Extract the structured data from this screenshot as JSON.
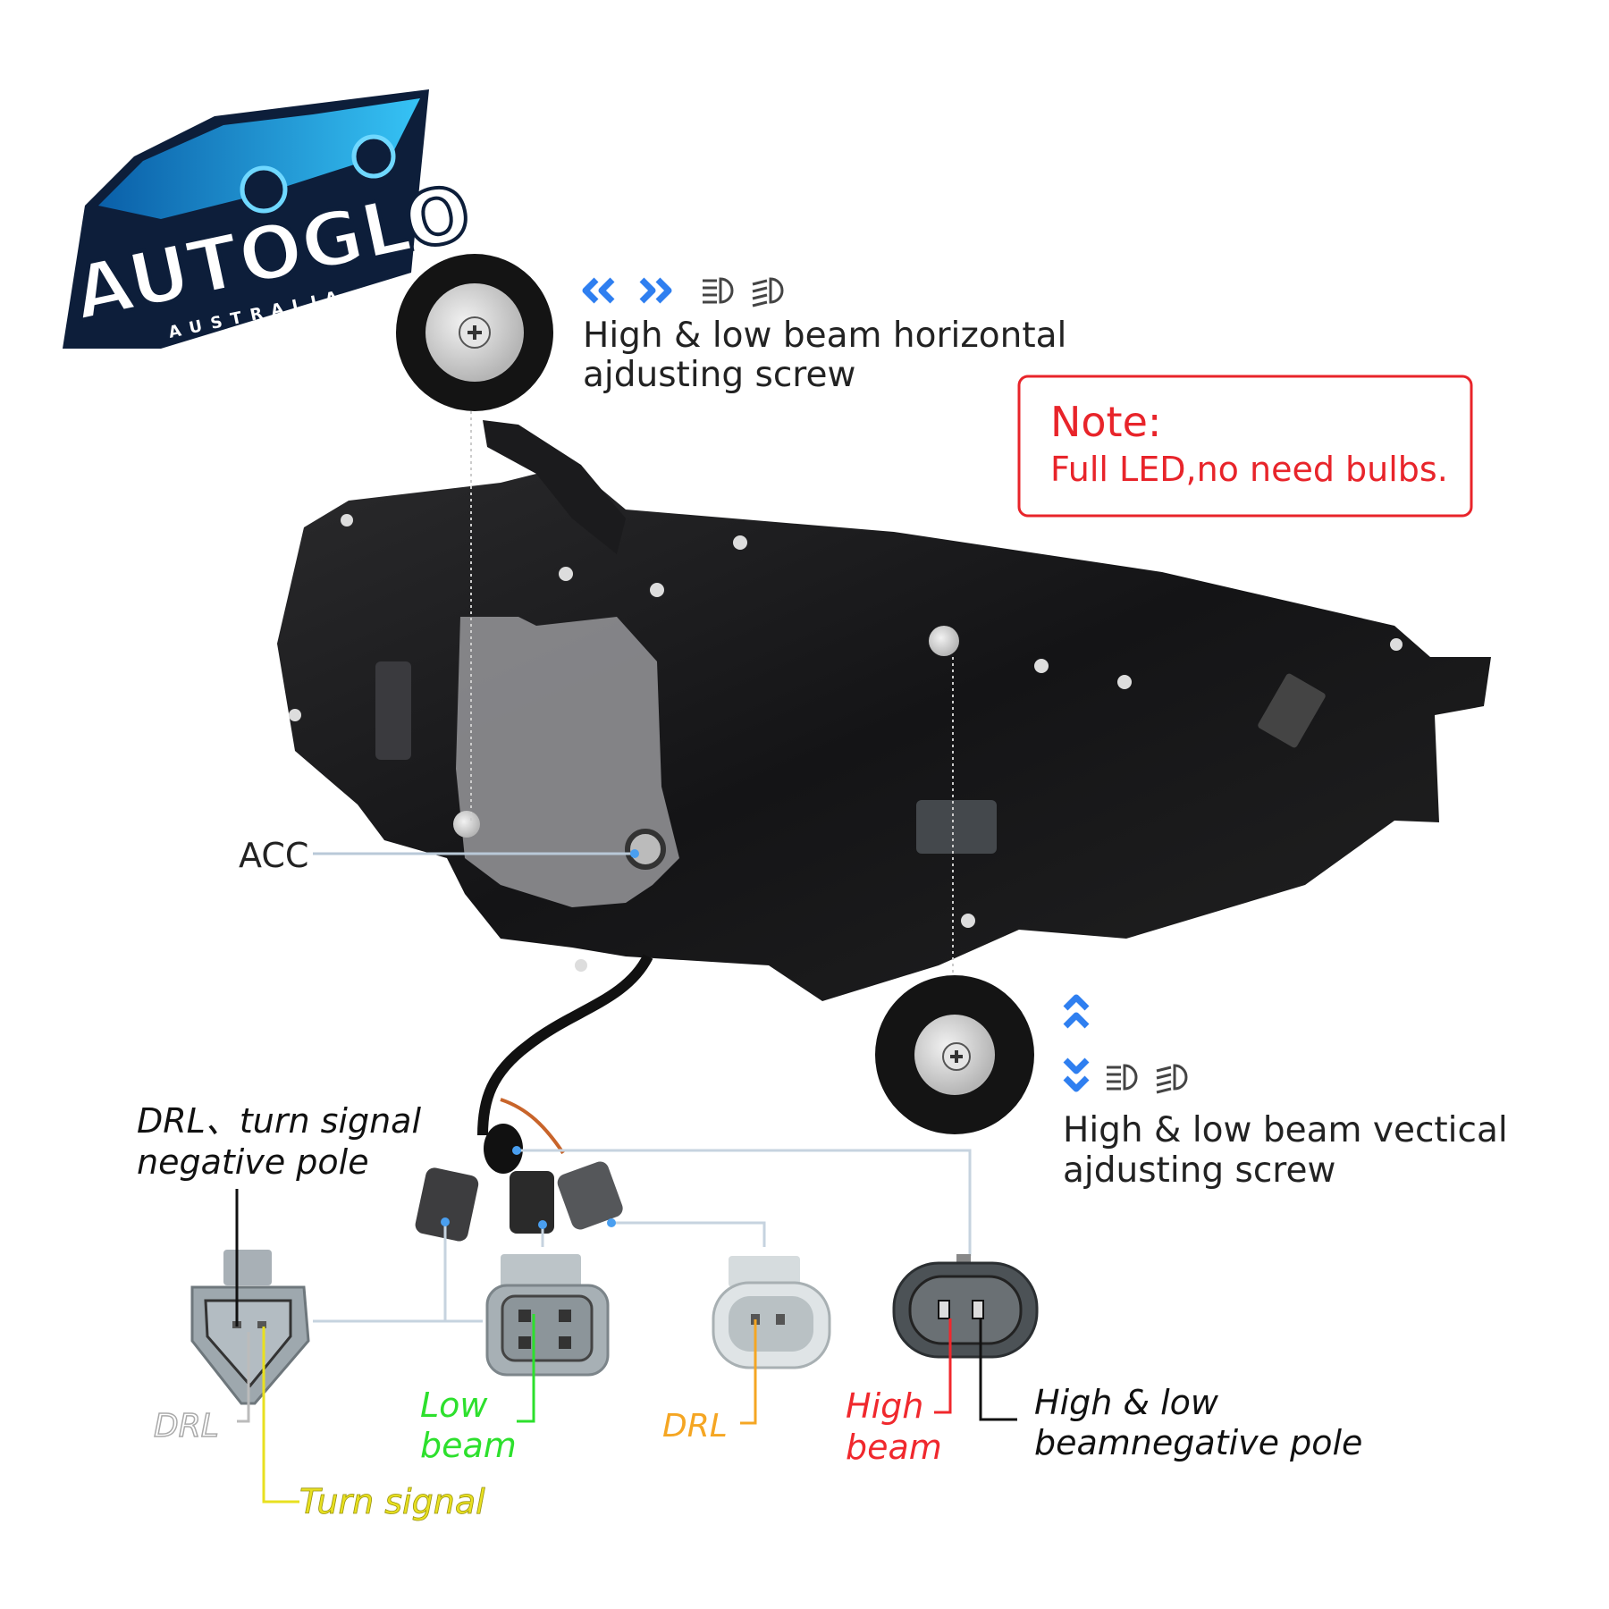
{
  "logo": {
    "brand": "AUTOGLO",
    "sub": "AUSTRALIA"
  },
  "horizontal_screw": {
    "icons": [
      "chevron-left-double-icon",
      "chevron-right-double-icon",
      "low-beam-icon",
      "high-beam-icon"
    ],
    "line1": "High & low beam horizontal",
    "line2": "ajdusting screw"
  },
  "note": {
    "title": "Note:",
    "text": "Full LED,no need bulbs.",
    "color": "#e8242a"
  },
  "acc_label": "ACC",
  "vertical_screw": {
    "icons": [
      "chevron-up-double-icon",
      "chevron-down-double-icon",
      "low-beam-icon",
      "high-beam-icon"
    ],
    "line1": "High & low beam vectical",
    "line2": "ajdusting screw"
  },
  "connectors": {
    "drl_turn_negative": {
      "line1": "DRL、turn signal",
      "line2": "negative pole"
    },
    "drl_gray": "DRL",
    "turn_signal": "Turn signal",
    "low_beam": {
      "line1": "Low",
      "line2": "beam"
    },
    "drl_orange": "DRL",
    "high_beam": {
      "line1": "High",
      "line2": "beam"
    },
    "negative_pole": {
      "line1": "High & low",
      "line2": "beamnegative pole"
    }
  },
  "colors": {
    "accent_blue": "#2f7ff0",
    "green": "#2de02d",
    "orange": "#f5a623",
    "red": "#f0282d",
    "yellow": "#e8e020",
    "gray": "#bbbbbb"
  }
}
